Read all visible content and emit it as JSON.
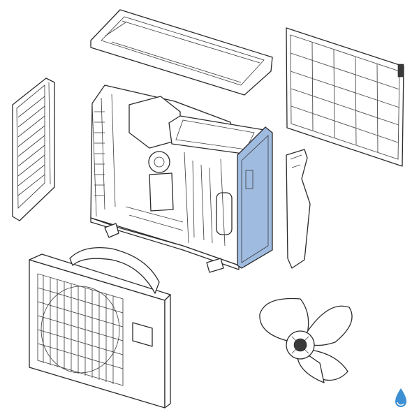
{
  "diagram": {
    "parts": [
      {
        "id": "top-cover",
        "icon": "top-cover-panel-icon"
      },
      {
        "id": "rear-grille",
        "icon": "rear-grille-icon"
      },
      {
        "id": "left-grille",
        "icon": "side-grille-icon"
      },
      {
        "id": "chassis",
        "icon": "unit-chassis-icon"
      },
      {
        "id": "service-panel",
        "icon": "service-panel-icon",
        "highlight": "#9fbbe0"
      },
      {
        "id": "side-cover",
        "icon": "side-cover-icon"
      },
      {
        "id": "front-panel",
        "icon": "front-panel-icon"
      },
      {
        "id": "fan-blade",
        "icon": "fan-blade-icon"
      }
    ],
    "logo": {
      "icon": "water-drop-logo-icon",
      "color": "#3c8fd2"
    }
  }
}
